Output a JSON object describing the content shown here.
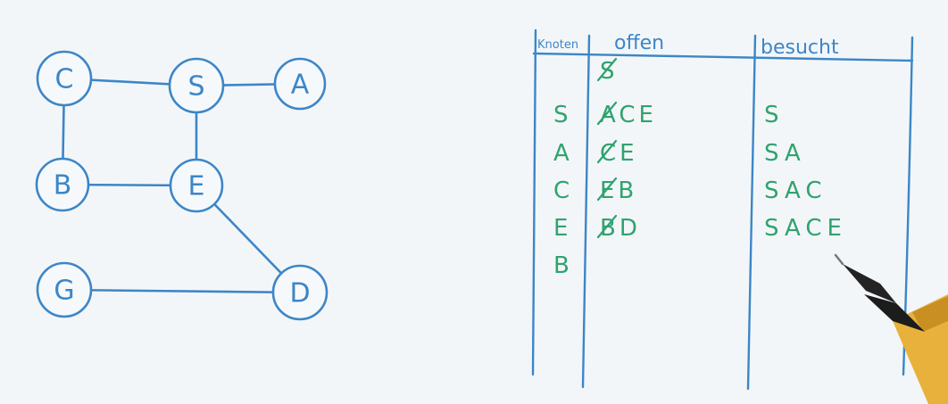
{
  "graph": {
    "nodes": [
      {
        "id": "C",
        "label": "C"
      },
      {
        "id": "S",
        "label": "S"
      },
      {
        "id": "A",
        "label": "A"
      },
      {
        "id": "B",
        "label": "B"
      },
      {
        "id": "E",
        "label": "E"
      },
      {
        "id": "G",
        "label": "G"
      },
      {
        "id": "D",
        "label": "D"
      }
    ],
    "edges": [
      [
        "C",
        "S"
      ],
      [
        "S",
        "A"
      ],
      [
        "C",
        "B"
      ],
      [
        "S",
        "E"
      ],
      [
        "B",
        "E"
      ],
      [
        "E",
        "D"
      ],
      [
        "G",
        "D"
      ]
    ]
  },
  "table": {
    "headers": {
      "knoten": "Knoten",
      "offen": "offen",
      "besucht": "besucht"
    },
    "rows": [
      {
        "knoten": "",
        "offen": "S",
        "offen_struck": [
          "S"
        ],
        "besucht": ""
      },
      {
        "knoten": "S",
        "offen": "ACE",
        "offen_struck": [
          "A"
        ],
        "besucht": "S"
      },
      {
        "knoten": "A",
        "offen": "CE",
        "offen_struck": [
          "C"
        ],
        "besucht": "SA"
      },
      {
        "knoten": "C",
        "offen": "EB",
        "offen_struck": [
          "E"
        ],
        "besucht": "SAC"
      },
      {
        "knoten": "E",
        "offen": "BD",
        "offen_struck": [
          "B"
        ],
        "besucht": "SACE"
      },
      {
        "knoten": "B",
        "offen": "",
        "offen_struck": [],
        "besucht": ""
      }
    ]
  },
  "colors": {
    "ink_blue": "#3c86c8",
    "ink_green": "#2fa36f",
    "paper": "#f3f6f8",
    "pen_barrel": "#e8b13c",
    "pen_tip": "#1c1c1c"
  }
}
